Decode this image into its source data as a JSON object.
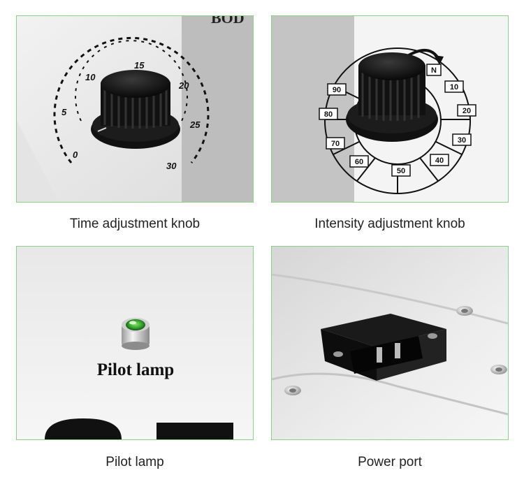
{
  "panels": [
    {
      "id": "time",
      "caption": "Time adjustment knob",
      "brand_fragment": "BOD",
      "dial_labels": [
        "0",
        "5",
        "10",
        "15",
        "20",
        "25",
        "30"
      ]
    },
    {
      "id": "intensity",
      "caption": "Intensity adjustment knob",
      "dial_labels": [
        "N",
        "10",
        "20",
        "30",
        "40",
        "50",
        "60",
        "70",
        "80",
        "90"
      ]
    },
    {
      "id": "lamp",
      "caption": "Pilot lamp",
      "printed_label": "Pilot lamp",
      "lamp_color": "#2e9e2a"
    },
    {
      "id": "power",
      "caption": "Power port"
    }
  ],
  "colors": {
    "panel_border": "#8fcf8a",
    "caption_text": "#222222"
  }
}
